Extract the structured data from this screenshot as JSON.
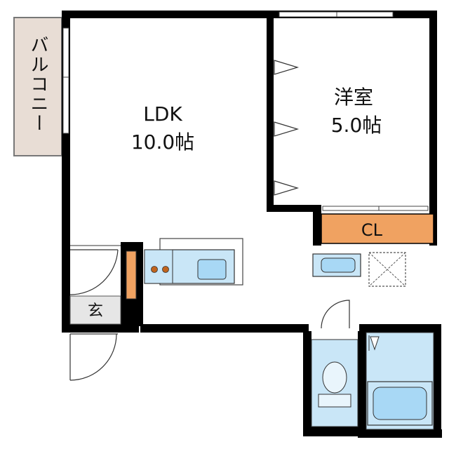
{
  "rooms": {
    "ldk": {
      "name": "LDK",
      "size": "10.0帖"
    },
    "bedroom": {
      "name": "洋室",
      "size": "5.0帖"
    },
    "closet": {
      "label": "CL"
    },
    "entrance": {
      "label": "玄"
    },
    "balcony": {
      "label": "バルコニー"
    }
  },
  "colors": {
    "wall": "#000000",
    "balcony_fill": "#E8DDD5",
    "closet_fill": "#F0A261",
    "fixture_fill": "#C9E6F7",
    "fixture_inner": "#A8D8F5",
    "entrance_fill": "#E6E6E6",
    "burner": "#C0641E"
  }
}
